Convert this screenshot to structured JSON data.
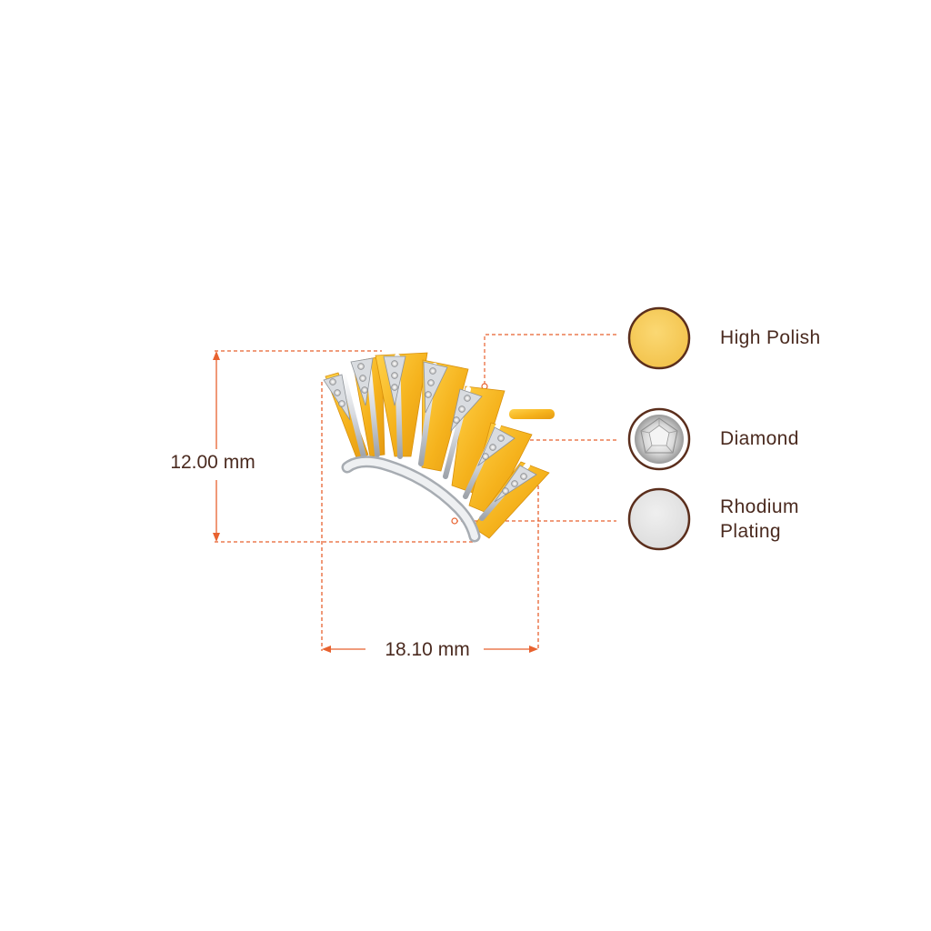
{
  "dimensions": {
    "height": "12.00 mm",
    "width": "18.10 mm"
  },
  "legend": {
    "items": [
      {
        "label": "High Polish",
        "swatch": "high-polish-swatch",
        "color": "#f8cf5e"
      },
      {
        "label": "Diamond",
        "swatch": "diamond-swatch",
        "color": "#e4e4e4"
      },
      {
        "label": "Rhodium\nPlating",
        "swatch": "rhodium-swatch",
        "color": "#e3e3e3"
      }
    ]
  },
  "colors": {
    "dimension_line": "#e8622f",
    "label_text": "#4a2a1f",
    "swatch_border": "#5b2e1c",
    "gold": "#f4b51f",
    "silver": "#dfe2e6"
  }
}
